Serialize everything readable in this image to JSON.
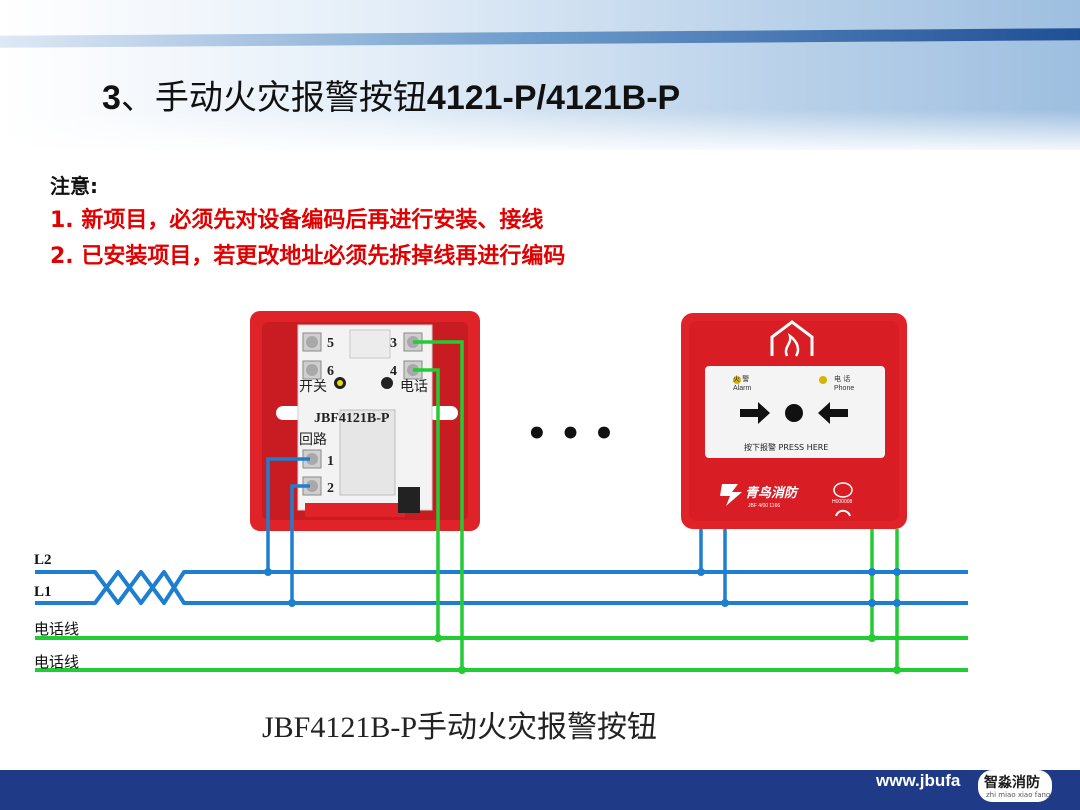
{
  "title": {
    "number": "3",
    "separator": "、",
    "text_zh": "手动火灾报警按钮",
    "model": "4121-P/4121B-P"
  },
  "notes": {
    "heading": "注意:",
    "items": [
      "1. 新项目，必须先对设备编码后再进行安装、接线",
      "2. 已安装项目，若更改地址必须先拆掉线再进行编码"
    ]
  },
  "wiring_diagram": {
    "lines": [
      {
        "label": "L2",
        "color": "#1e7fd0"
      },
      {
        "label": "L1",
        "color": "#1e7fd0"
      },
      {
        "label": "电话线",
        "color": "#22cc33"
      },
      {
        "label": "电话线",
        "color": "#22cc33"
      }
    ],
    "back_module": {
      "model_label": "JBF4121B-P",
      "switch_label": "开关",
      "phone_label": "电话",
      "loop_label": "回路",
      "terminals": [
        "5",
        "6",
        "3",
        "4",
        "1",
        "2"
      ]
    },
    "ellipsis": "• • •",
    "front_button": {
      "alarm_label": "火警 Alarm",
      "alarm_zh": "火 警",
      "alarm_en": "Alarm",
      "phone_zh": "电 话",
      "phone_en": "Phone",
      "press_label": "按下报警 PRESS HERE",
      "brand": "青鸟消防",
      "brand_sub": "JBF 4/00 1166",
      "cert_code": "H000008"
    },
    "caption": "JBF4121B-P手动火灾报警按钮"
  },
  "footer": {
    "url": "www.jbufa",
    "watermark": "智淼消防",
    "watermark_sub": "zhi miao xiao fang"
  },
  "colors": {
    "bus_blue": "#1e7fd0",
    "phone_green": "#22cc33",
    "device_red": "#e02328",
    "note_red": "#e00000",
    "footer_navy": "#1f3b87"
  }
}
